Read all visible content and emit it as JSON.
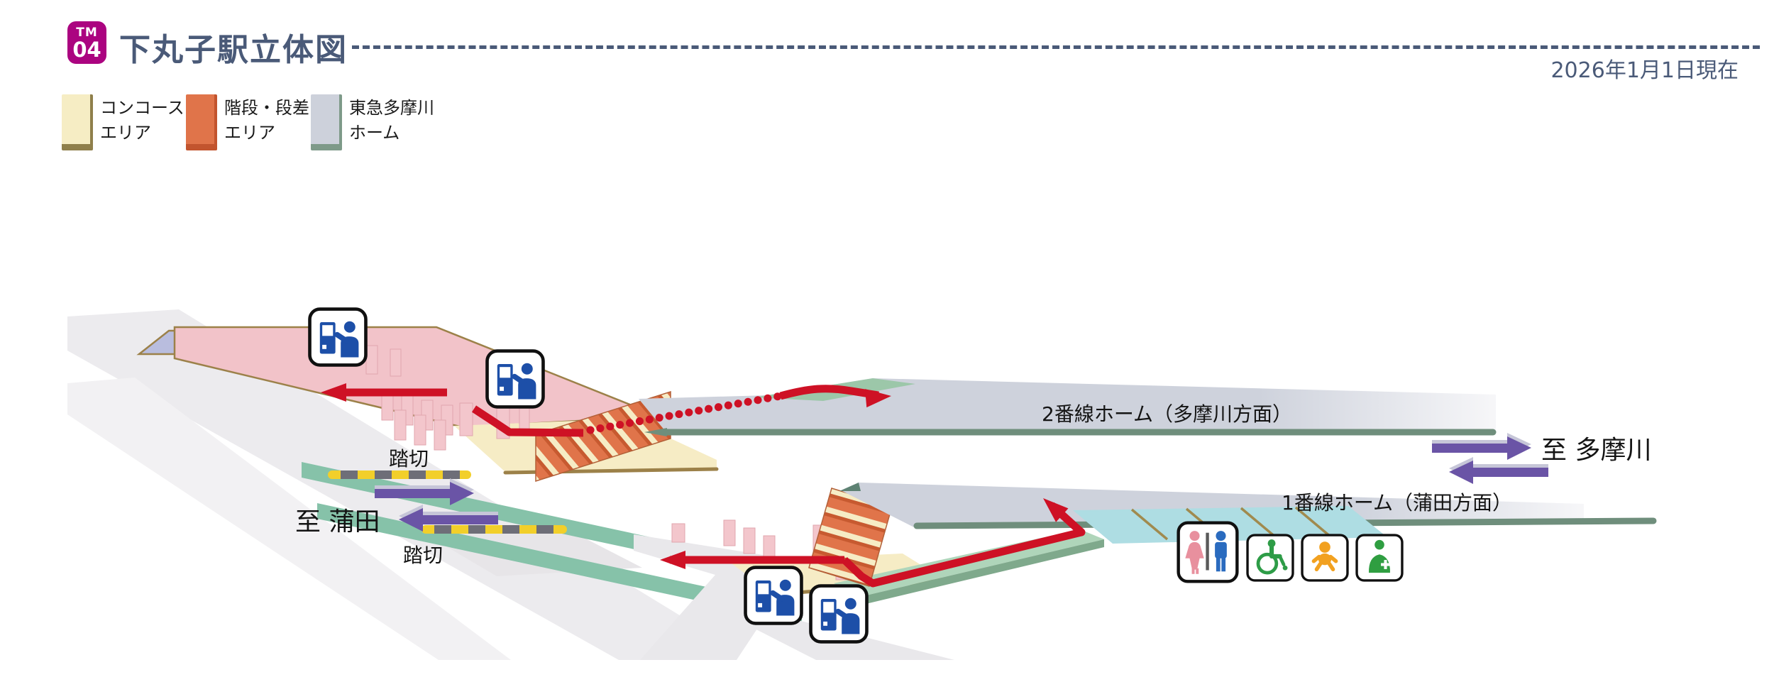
{
  "header": {
    "badge": {
      "line_code": "TM",
      "station_number": "04",
      "color": "#AB0480"
    },
    "title": "下丸子駅立体図",
    "as_of": "2026年1月1日現在"
  },
  "legend": {
    "items": [
      {
        "line1": "コンコース",
        "line2": "エリア",
        "color": "#F6EDC4",
        "edge_color": "#8F7F4B"
      },
      {
        "line1": "階段・段差",
        "line2": "エリア",
        "color": "#E0744A",
        "edge_color": "#C2542E"
      },
      {
        "line1": "東急多摩川",
        "line2": "ホーム",
        "color": "#CDD1DB",
        "edge_color": "#7E9A89"
      }
    ]
  },
  "diagram": {
    "platform2_label": "2番線ホーム（多摩川方面）",
    "platform1_label": "1番線ホーム（蒲田方面）",
    "to_tamagawa": "至 多摩川",
    "to_kamata": "至 蒲田",
    "crossing1": "踏切",
    "crossing2": "踏切",
    "icons": {
      "ticket_machine_icons": 4,
      "facility_icons": [
        "restroom-icon",
        "wheelchair-accessible-icon",
        "baby-care-icon",
        "ostomate-icon"
      ]
    }
  },
  "colors": {
    "badge_magenta": "#AB0480",
    "header_navy": "#4A5A78",
    "concourse_cream": "#F6ECC5",
    "concourse_edge_brown": "#9C8149",
    "stairs_orange": "#E0744A",
    "platform_gray": "#CED2DC",
    "platform_edge_green": "#6F8E7C",
    "track_teal": "#86C2A9",
    "ramp_green": "#AFD5BA",
    "gate_pink": "#F2C3C9",
    "route_red": "#CE1125",
    "arrow_purple": "#6A54A6",
    "crossing_bar_yellow": "#F2CF2A",
    "crossing_bar_gray": "#6E6E78",
    "restroom_cyan": "#AEDDE3",
    "lavender_area": "#B9BDDE",
    "road_gray": "#ECEBEE",
    "icon_blue": "#1D4FA8"
  }
}
